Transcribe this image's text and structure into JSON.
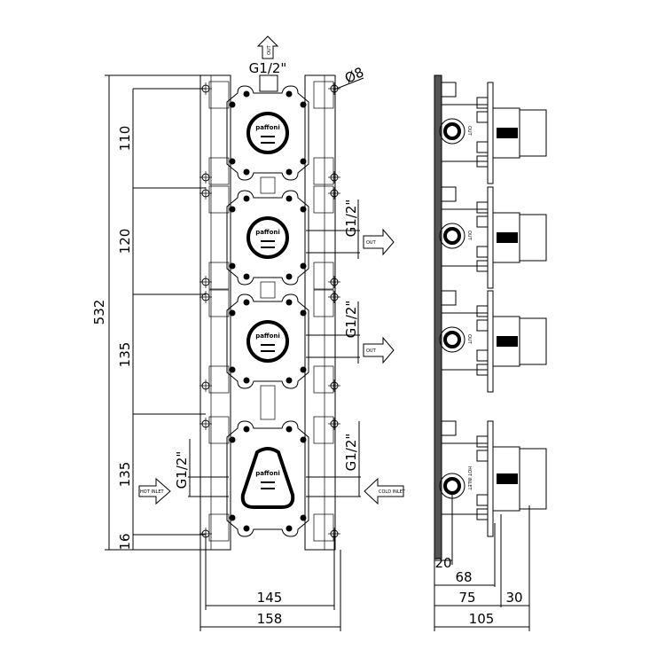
{
  "front_view": {
    "top_port": {
      "thread": "G1/2\"",
      "arrow_label": "OUT"
    },
    "hole_diameter": "Ø8",
    "module_brand": "paffoni",
    "outlet_2": {
      "thread": "G1/2\"",
      "arrow_label": "OUT"
    },
    "outlet_3": {
      "thread": "G1/2\"",
      "arrow_label": "OUT"
    },
    "hot_inlet": {
      "thread": "G1/2\"",
      "arrow_label": "HOT INLET"
    },
    "cold_inlet": {
      "thread": "G1/2\"",
      "arrow_label": "COLD INLET"
    },
    "dims_vertical": {
      "total": "532",
      "seg1": "110",
      "seg2": "120",
      "seg3": "135",
      "seg4": "135",
      "seg5": "16"
    },
    "dims_horizontal": {
      "inner": "145",
      "outer": "158"
    }
  },
  "side_view": {
    "module_label_out": "OUT",
    "module_label_hot": "HOT INLET",
    "dims": {
      "d20": "20",
      "d68": "68",
      "d75": "75",
      "d30": "30",
      "d105": "105"
    }
  }
}
